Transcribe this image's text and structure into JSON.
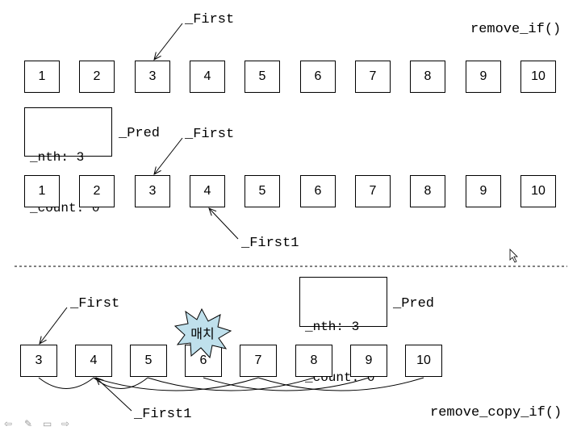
{
  "title_top": "remove_if()",
  "title_bottom": "remove_copy_if()",
  "labels": {
    "first_a": "_First",
    "first_b": "_First",
    "first1_b": "_First1",
    "pred_b": "_Pred",
    "first_c": "_First",
    "first1_c": "_First1",
    "pred_c": "_Pred",
    "match": "매치"
  },
  "row1": [
    "1",
    "2",
    "3",
    "4",
    "5",
    "6",
    "7",
    "8",
    "9",
    "10"
  ],
  "row2": [
    "1",
    "2",
    "3",
    "4",
    "5",
    "6",
    "7",
    "8",
    "9",
    "10"
  ],
  "row3": [
    "3",
    "4",
    "5",
    "6",
    "7",
    "8",
    "9",
    "10"
  ],
  "pred_state_1": {
    "nth": "_nth: 3",
    "count": "_count: 0"
  },
  "pred_state_2": {
    "nth": "_nth: 3",
    "count": "_count: 0"
  },
  "nav_icons": [
    "back-icon",
    "pen-icon",
    "menu-icon",
    "forward-icon"
  ]
}
